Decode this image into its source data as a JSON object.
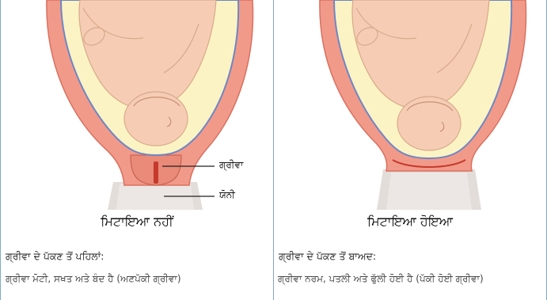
{
  "left": {
    "label_cervix": "ਗ੍ਰੀਵਾ",
    "label_vagina": "ਯੋਨੀ",
    "title": "ਮਿਟਾਇਆ ਨਹੀਂ",
    "subtitle": "ਗ੍ਰੀਵਾ ਦੇ ਪੱਕਣ ਤੋਂ ਪਹਿਲਾਂ:",
    "description": "ਗ੍ਰੀਵਾ ਮੋਟੀ, ਸਖਤ ਅਤੇ ਬੰਦ ਹੈ (ਅਣਪੱਕੀ ਗ੍ਰੀਵਾ)"
  },
  "right": {
    "title": "ਮਿਟਾਇਆ ਹੋਇਆ",
    "subtitle": "ਗ੍ਰੀਵਾ ਦੇ ਪੱਕਣ ਤੋਂ ਬਾਅਦ:",
    "description": "ਗ੍ਰੀਵਾ ਨਰਮ, ਪਤਲੀ ਅਤੇ ਫੁੱਲੀ ਹੋਈ ਹੈ (ਪੱਕੀ ਹੋਈ ਗ੍ਰੀਵਾ)"
  },
  "colors": {
    "uterus_wall": "#f29a8a",
    "uterus_dark": "#d9705f",
    "amniotic_fluid": "#fbf3c4",
    "membrane": "#6e86c4",
    "baby_skin": "#f6cdb4",
    "vagina": "#e3ddd9",
    "cervix_red": "#c53a2c",
    "panel_border": "#7fa9c9"
  }
}
